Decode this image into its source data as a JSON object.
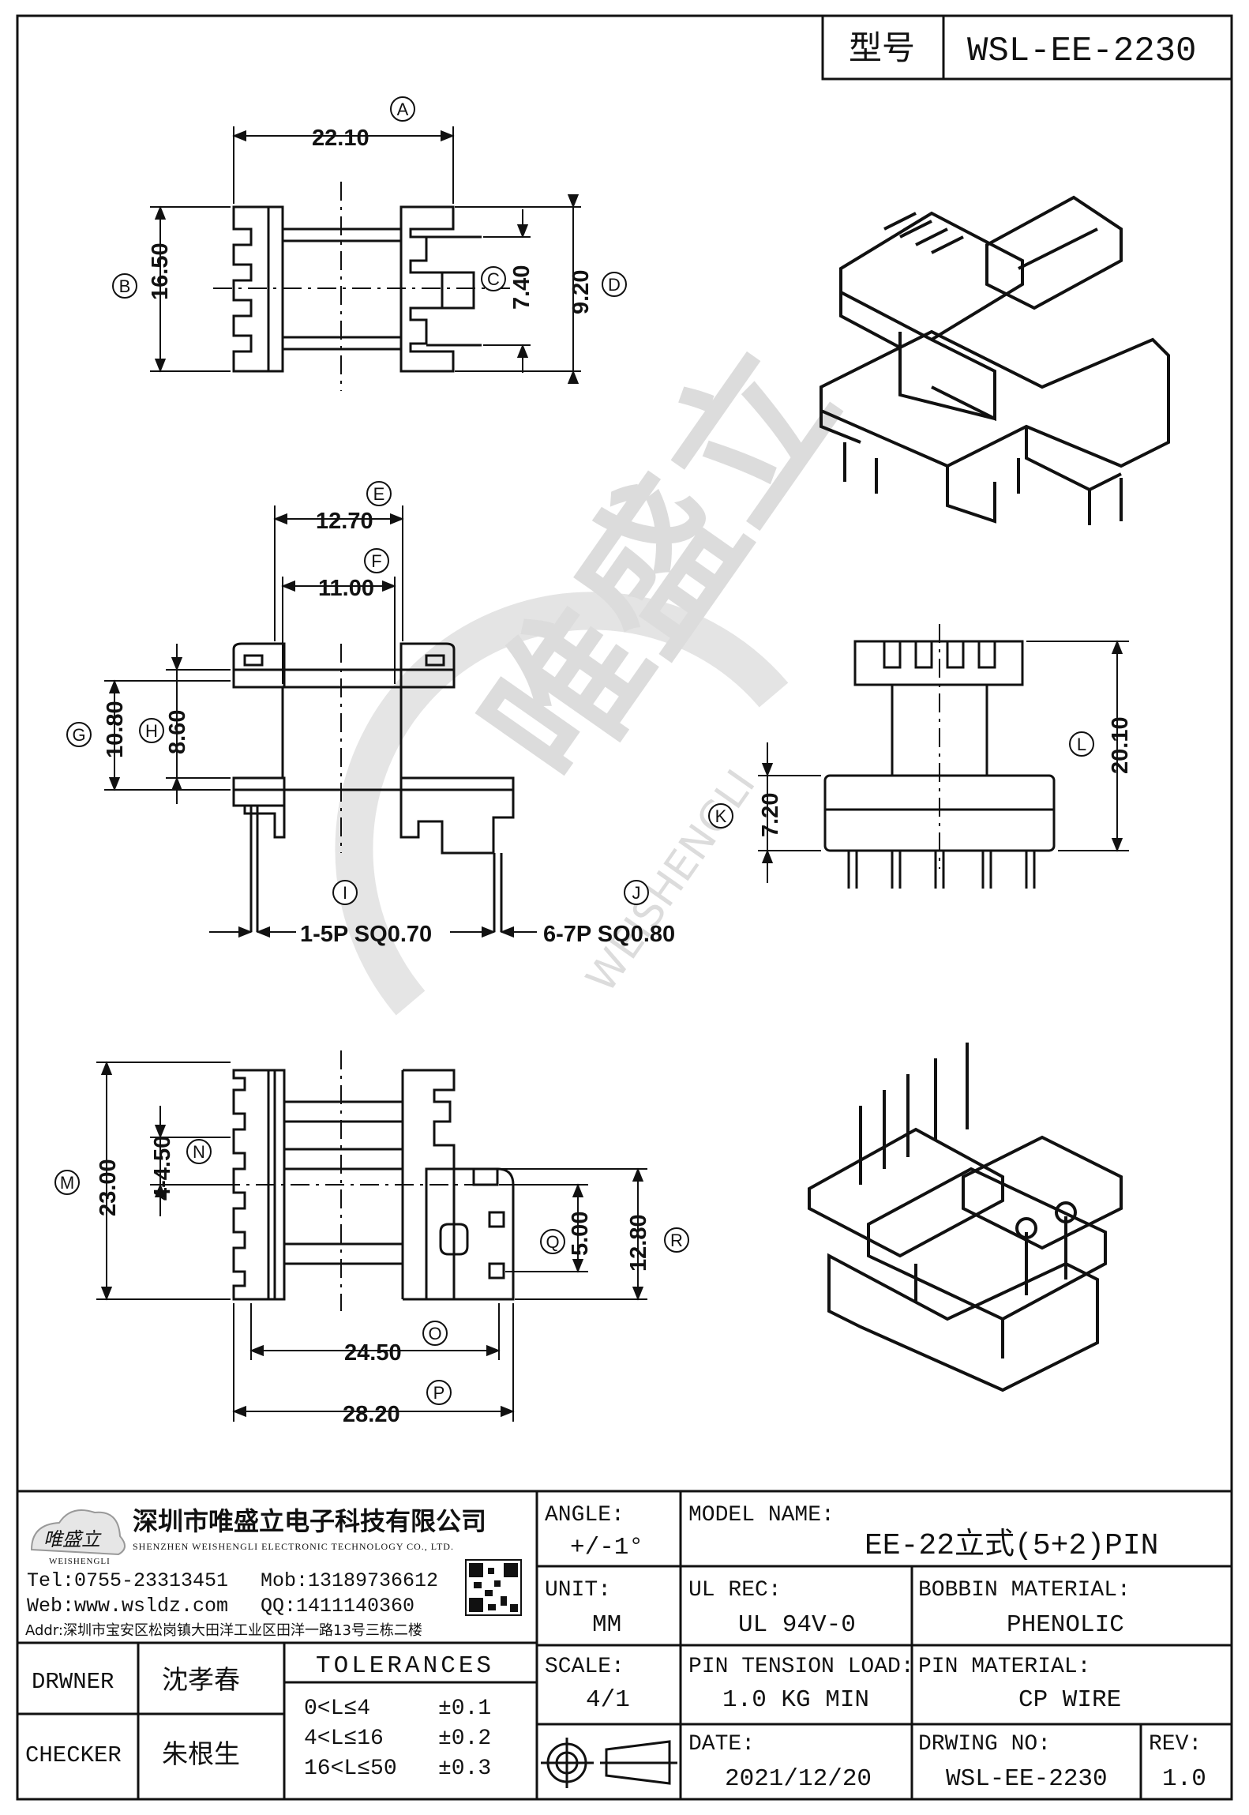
{
  "header": {
    "type_label": "型号",
    "model_code": "WSL-EE-2230"
  },
  "watermark": {
    "cn": "唯盛立",
    "en": "WEISHENGLI"
  },
  "top_view": {
    "dims": {
      "A": "22.10",
      "B": "16.50",
      "C": "7.40",
      "D": "9.20"
    },
    "bubbles": [
      "A",
      "B",
      "C",
      "D"
    ]
  },
  "front_view": {
    "dims": {
      "E": "12.70",
      "F": "11.00",
      "G": "10.80",
      "H": "8.60",
      "I": "1-5P SQ0.70",
      "J": "6-7P SQ0.80"
    },
    "bubbles": [
      "E",
      "F",
      "G",
      "H",
      "I",
      "J"
    ]
  },
  "side_view": {
    "dims": {
      "K": "7.20",
      "L": "20.10"
    },
    "bubbles": [
      "K",
      "L"
    ]
  },
  "bottom_view": {
    "dims": {
      "M": "23.00",
      "N": "4-4.50",
      "O": "24.50",
      "P": "28.20",
      "Q": "5.00",
      "R": "12.80"
    },
    "bubbles": [
      "M",
      "N",
      "O",
      "P",
      "Q",
      "R"
    ]
  },
  "title_block": {
    "company_cn": "深圳市唯盛立电子科技有限公司",
    "company_en": "SHENZHEN WEISHENGLI ELECTRONIC TECHNOLOGY CO., LTD.",
    "logo_text": "唯盛立",
    "logo_sub": "WEISHENGLI",
    "tel": "Tel:0755-23313451",
    "mob": "Mob:13189736612",
    "web": "Web:www.wsldz.com",
    "qq": "QQ:1411140360",
    "addr": "Addr:深圳市宝安区松岗镇大田洋工业区田洋一路13号三栋二楼",
    "angle_label": "ANGLE:",
    "angle_value": "+/-1°",
    "model_name_label": "MODEL NAME:",
    "model_name_value": "EE-22立式(5+2)PIN",
    "unit_label": "UNIT:",
    "unit_value": "MM",
    "ul_label": "UL REC:",
    "ul_value": "UL 94V-0",
    "bobbin_label": "BOBBIN MATERIAL:",
    "bobbin_value": "PHENOLIC",
    "drawer_label": "DRWNER",
    "drawer_value": "沈孝春",
    "tolerances_label": "TOLERANCES",
    "scale_label": "SCALE:",
    "scale_value": "4/1",
    "pin_tension_label": "PIN TENSION LOAD:",
    "pin_tension_value": "1.0 KG MIN",
    "pin_material_label": "PIN MATERIAL:",
    "pin_material_value": "CP WIRE",
    "checker_label": "CHECKER",
    "checker_value": "朱根生",
    "tolerance_rows": [
      {
        "range": "0<L≤4",
        "tol": "±0.1"
      },
      {
        "range": "4<L≤16",
        "tol": "±0.2"
      },
      {
        "range": "16<L≤50",
        "tol": "±0.3"
      }
    ],
    "date_label": "DATE:",
    "date_value": "2021/12/20",
    "drawing_no_label": "DRWING NO:",
    "drawing_no_value": "WSL-EE-2230",
    "rev_label": "REV:",
    "rev_value": "1.0"
  }
}
